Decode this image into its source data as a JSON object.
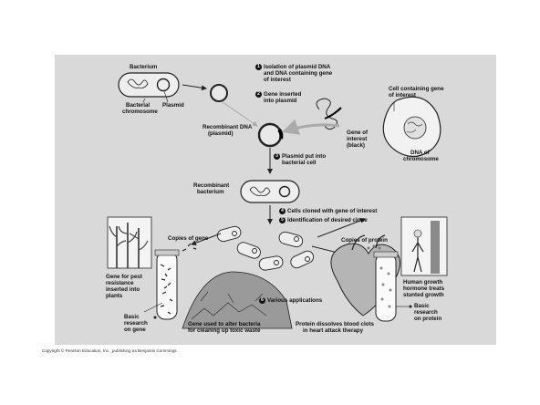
{
  "steps": {
    "s1": {
      "num": "1",
      "text1": "Isolation of plasmid DNA",
      "text2": "and DNA containing gene",
      "text3": "of interest"
    },
    "s2": {
      "num": "2",
      "text1": "Gene inserted",
      "text2": "into plasmid"
    },
    "s3": {
      "num": "3",
      "text1": "Plasmid put into",
      "text2": "bacterial cell"
    },
    "s4": {
      "num": "4",
      "text1": "Cells cloned with gene of interest"
    },
    "s5": {
      "num": "5",
      "text1": "Identification of desired clone"
    },
    "s6": {
      "num": "6",
      "text1": "Various applications"
    }
  },
  "labels": {
    "bacterium": "Bacterium",
    "bacterial_chromosome_1": "Bacterial",
    "bacterial_chromosome_2": "chromosome",
    "plasmid": "Plasmid",
    "cell_gene_1": "Cell containing gene",
    "cell_gene_2": "of interest",
    "recombinant_dna_1": "Recombinant DNA",
    "recombinant_dna_2": "(plasmid)",
    "gene_interest_1": "Gene of",
    "gene_interest_2": "interest",
    "gene_interest_3": "(black)",
    "dna_chromosome_1": "DNA of",
    "dna_chromosome_2": "chromosome",
    "recombinant_bacterium_1": "Recombinant",
    "recombinant_bacterium_2": "bacterium",
    "copies_gene": "Copies of gene",
    "copies_protein": "Copies of protein",
    "pest_1": "Gene for pest",
    "pest_2": "resistance",
    "pest_3": "inserted into",
    "pest_4": "plants",
    "basic_gene_1": "Basic",
    "basic_gene_2": "research",
    "basic_gene_3": "on gene",
    "toxic_1": "Gene used to alter bacteria",
    "toxic_2": "for cleaning up toxic waste",
    "heart_1": "Protein dissolves blood clots",
    "heart_2": "in heart attack therapy",
    "hgh_1": "Human growth",
    "hgh_2": "hormone treats",
    "hgh_3": "stunted growth",
    "basic_protein_1": "Basic",
    "basic_protein_2": "research",
    "basic_protein_3": "on protein"
  },
  "copyright": "Copyright © Pearson Education, Inc., publishing as Benjamin Cummings."
}
